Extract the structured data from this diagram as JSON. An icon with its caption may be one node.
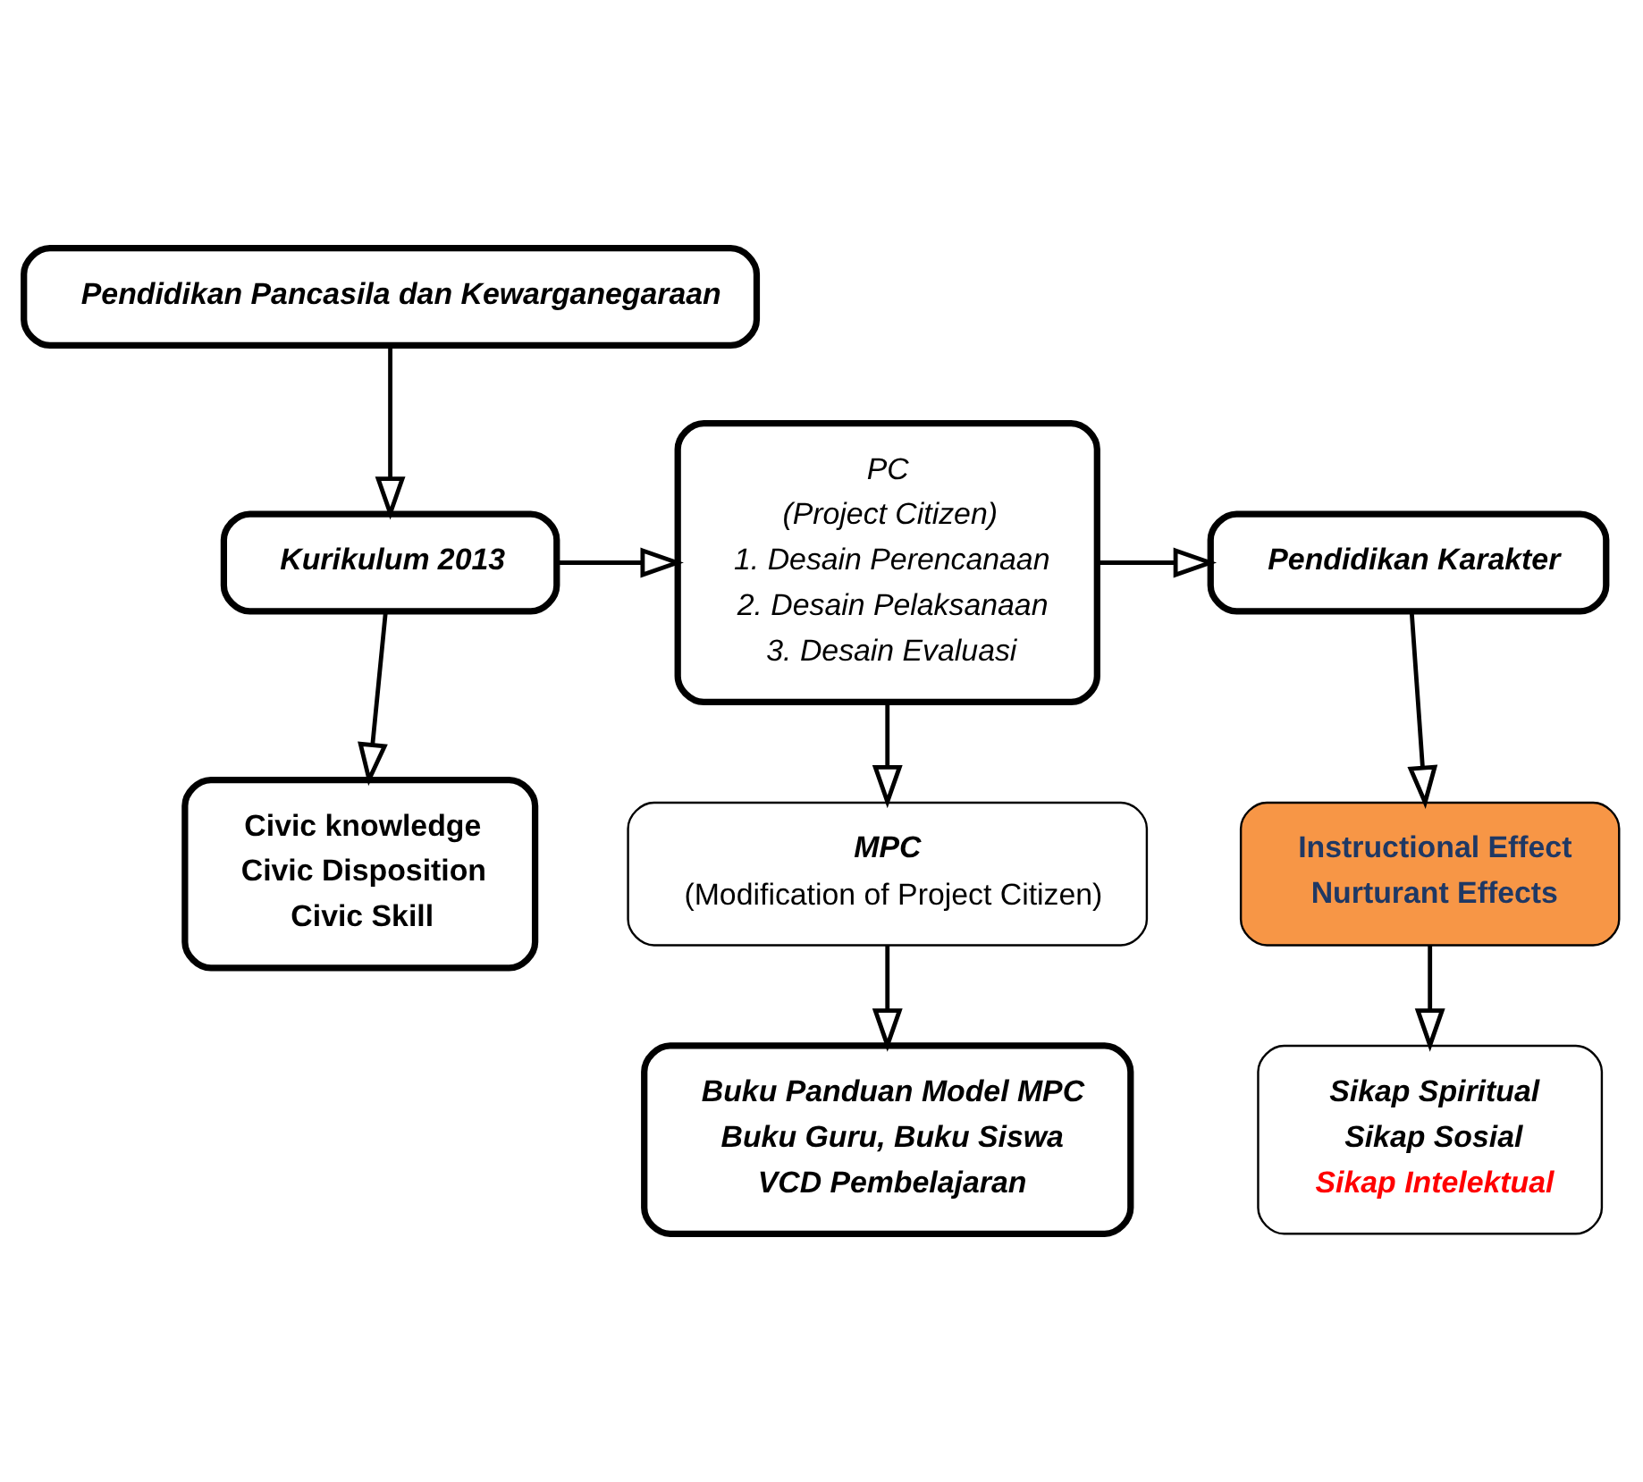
{
  "diagram": {
    "nodes": [
      {
        "text": [
          "Pendidikan Pancasila dan Kewarganegaraan"
        ]
      },
      {
        "text": [
          "Kurikulum 2013"
        ]
      },
      {
        "text": [
          "Civic knowledge",
          "Civic Disposition",
          "Civic Skill"
        ]
      },
      {
        "text": [
          "PC",
          "(Project Citizen)",
          "1. Desain Perencanaan",
          "2. Desain Pelaksanaan",
          "3. Desain Evaluasi"
        ]
      },
      {
        "text": [
          "Pendidikan Karakter"
        ]
      },
      {
        "text": [
          "Instructional Effect",
          "Nurturant Effects"
        ]
      },
      {
        "text": [
          "Sikap Spiritual",
          "Sikap Sosial",
          "Sikap Intelektual"
        ]
      },
      {
        "text": [
          "MPC",
          "(Modification of Project Citizen)"
        ]
      },
      {
        "text": [
          "Buku Panduan Model MPC",
          "Buku Guru, Buku Siswa",
          "VCD Pembelajaran"
        ]
      }
    ],
    "edges": [
      {
        "from": 0,
        "to": 1,
        "arrow": "to"
      },
      {
        "from": 1,
        "to": 2,
        "arrow": "to"
      },
      {
        "from": 1,
        "to": 3,
        "arrow": "to"
      },
      {
        "from": 3,
        "to": 4,
        "arrow": "to"
      },
      {
        "from": 4,
        "to": 5,
        "arrow": "to"
      },
      {
        "from": 5,
        "to": 6,
        "arrow": "to"
      },
      {
        "from": 3,
        "to": 7,
        "arrow": "to"
      },
      {
        "from": 7,
        "to": 8,
        "arrow": "to"
      }
    ]
  }
}
